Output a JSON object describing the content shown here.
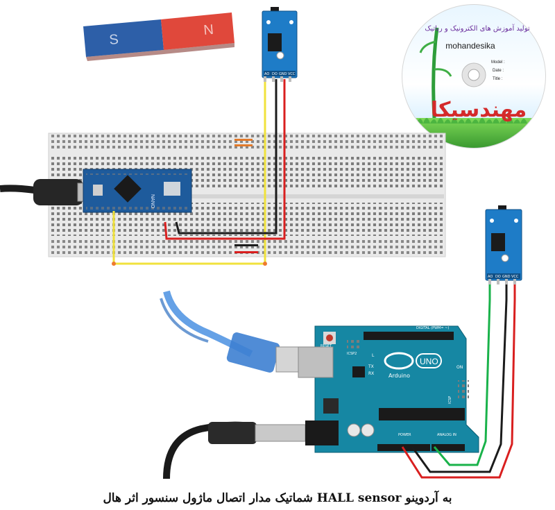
{
  "magnet": {
    "south_label": "S",
    "north_label": "N"
  },
  "cd": {
    "brand": "mohandesika",
    "top_text": "تولید آموزش های الکترونیک و رباتیک",
    "big_text": "مهندسیکا",
    "field_model": "Model :",
    "field_date": "Date :",
    "field_title": "Title :"
  },
  "arduino_uno": {
    "reset_label": "RESET",
    "icsp2_label": "ICSP2",
    "l_label": "L",
    "tx_label": "TX",
    "rx_label": "RX",
    "model_label": "UNO",
    "brand_label": "Arduino",
    "on_label": "ON",
    "digital_label": "DIGITAL (PWM= ~)",
    "power_label": "POWER",
    "analog_label": "ANALOG IN",
    "icsp_label": "ICSP"
  },
  "arduino_nano": {
    "board_label": "NANO"
  },
  "hall_sensor": {
    "pins": [
      "AO",
      "DO",
      "GND",
      "VCC"
    ]
  },
  "caption": "شماتیک مدار اتصال ماژول سنسور اثر هال HALL sensor به آردوینو"
}
